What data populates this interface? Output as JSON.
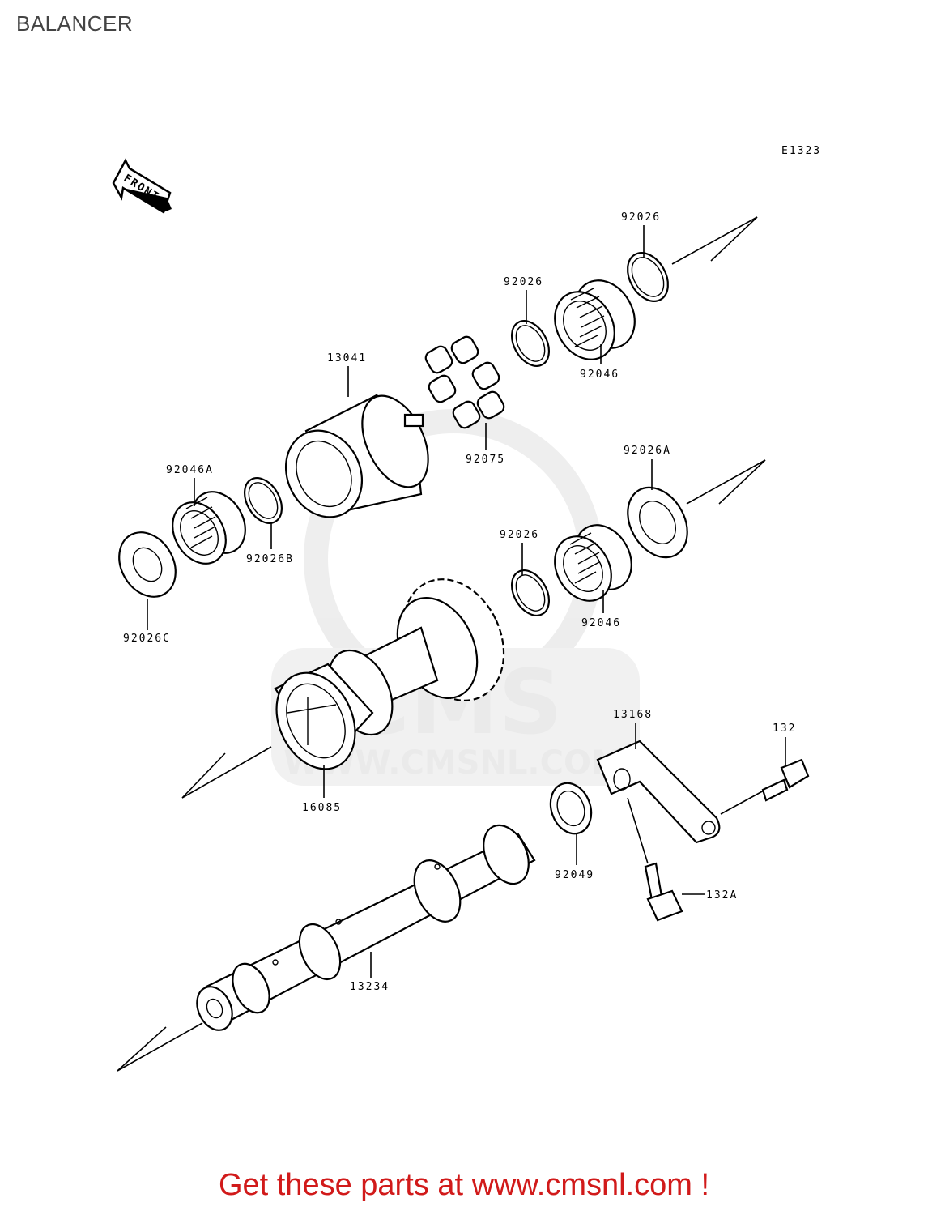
{
  "page": {
    "title": "BALANCER",
    "footer": "Get these parts at www.cmsnl.com !"
  },
  "diagram": {
    "code": "E1323",
    "front_indicator": "FRONT",
    "watermark": {
      "brand": "CMS",
      "url": "WWW.CMSNL.COM"
    },
    "parts": [
      {
        "id": "p_92026_top",
        "number": "92026"
      },
      {
        "id": "p_92026_mid",
        "number": "92026"
      },
      {
        "id": "p_92046_top",
        "number": "92046"
      },
      {
        "id": "p_13041",
        "number": "13041"
      },
      {
        "id": "p_92075",
        "number": "92075"
      },
      {
        "id": "p_92046A",
        "number": "92046A"
      },
      {
        "id": "p_92026B",
        "number": "92026B"
      },
      {
        "id": "p_92026C",
        "number": "92026C"
      },
      {
        "id": "p_92026A",
        "number": "92026A"
      },
      {
        "id": "p_92026_low",
        "number": "92026"
      },
      {
        "id": "p_92046_low",
        "number": "92046"
      },
      {
        "id": "p_16085",
        "number": "16085"
      },
      {
        "id": "p_13168",
        "number": "13168"
      },
      {
        "id": "p_132",
        "number": "132"
      },
      {
        "id": "p_92049",
        "number": "92049"
      },
      {
        "id": "p_132A",
        "number": "132A"
      },
      {
        "id": "p_13234",
        "number": "13234"
      }
    ]
  }
}
